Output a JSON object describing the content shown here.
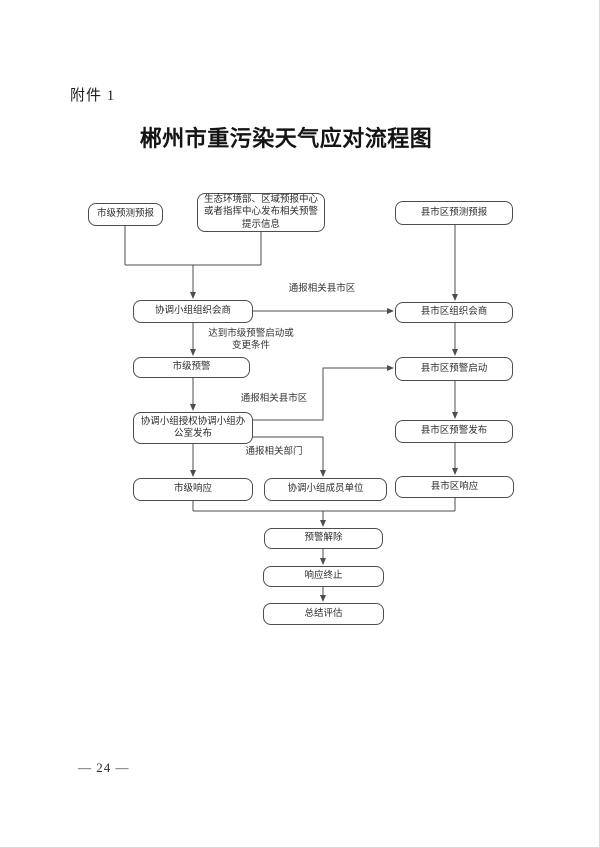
{
  "page": {
    "attachment_label": "附件 1",
    "title": "郴州市重污染天气应对流程图",
    "page_number": "— 24 —"
  },
  "flowchart": {
    "line_color": "#4d4d4d",
    "nodes": {
      "city_forecast": "市级预测预报",
      "ministry_info": "生态环境部、区域预报中心\n或者指挥中心发布相关预警\n提示信息",
      "county_forecast": "县市区预测预报",
      "coord_group_consult": "协调小组组织会商",
      "county_consult": "县市区组织会商",
      "city_warning": "市级预警",
      "county_warning_start": "县市区预警启动",
      "coord_group_office_issue": "协调小组授权协调小组办\n公室发布",
      "county_warning_issue": "县市区预警发布",
      "city_response": "市级响应",
      "coord_members": "协调小组成员单位",
      "county_response": "县市区响应",
      "warning_lift": "预警解除",
      "response_end": "响应终止",
      "summary_eval": "总结评估"
    },
    "edge_labels": {
      "notify_county_top": "通报相关县市区",
      "trigger_condition": "达到市级预警启动或\n变更条件",
      "notify_county_mid": "通报相关县市区",
      "notify_departments": "通报相关部门"
    }
  }
}
